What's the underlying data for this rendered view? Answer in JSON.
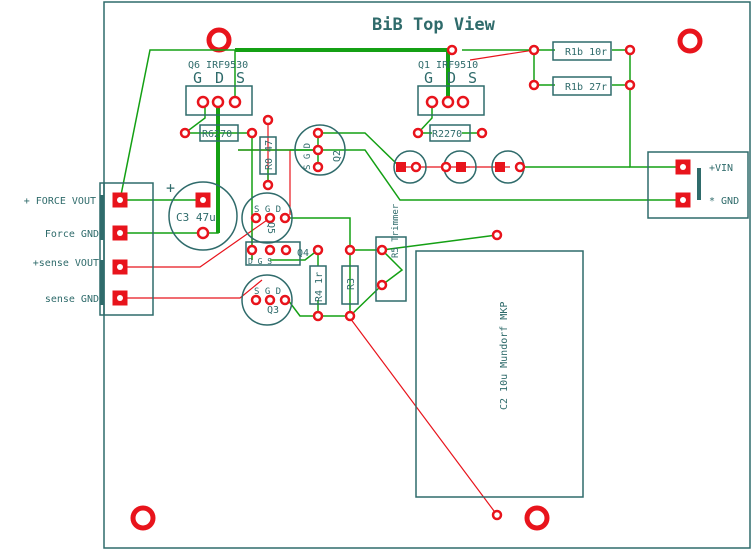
{
  "title": "BiB Top View",
  "labels": {
    "q6": "Q6 IRF9530",
    "q1": "Q1 IRF9510",
    "gds": [
      "G",
      "D",
      "S"
    ],
    "r6": "R6270",
    "r2": "R2270",
    "r0": "R0 47",
    "r1b_10": "R1b 10r",
    "r1b_27": "R1b 27r",
    "q2": "Q2",
    "q2_pins": "S G D",
    "q5": "Q5",
    "q5_pins": "S G D",
    "q4": "Q4",
    "q4_pins": "D G S",
    "q3": "Q3",
    "q3_pins": "S G D",
    "c3": "C3 47u",
    "plus": "+",
    "r4": "R4 1r",
    "r3": "R3",
    "r5": "R5 Trimmer",
    "c2": "C2 10u Mundorf MKP",
    "vin": "+VIN",
    "gnd": "* GND",
    "force_vout": "+ FORCE VOUT",
    "force_gnd": "Force GND",
    "sense_vout": "+sense VOUT",
    "sense_gnd": "sense GND"
  }
}
